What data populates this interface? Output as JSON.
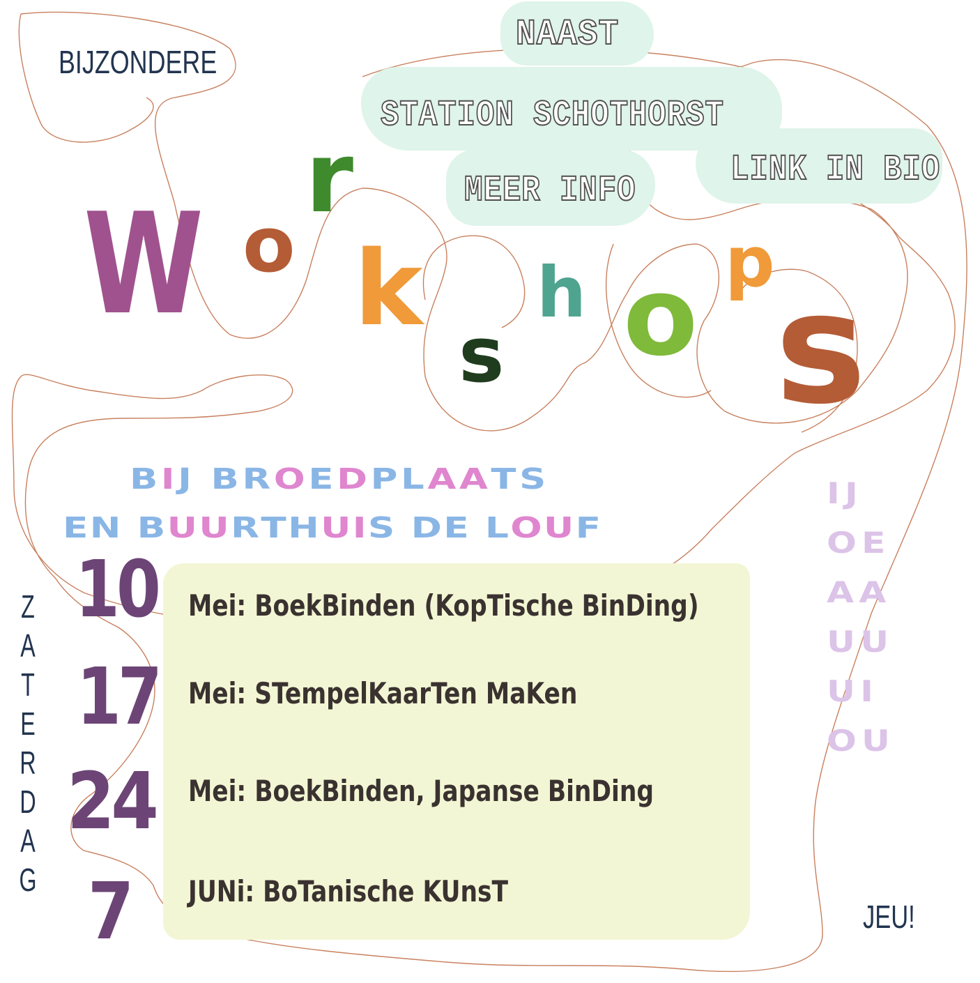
{
  "header": {
    "label_left": "BIJZONDERE",
    "info_bubbles": [
      "NAAST",
      "STATION SCHOTHORST",
      "MEER INFO",
      "LINK IN BIO"
    ]
  },
  "title": {
    "letters": [
      {
        "char": "W",
        "color": "#a0528f"
      },
      {
        "char": "o",
        "color": "#b45c36"
      },
      {
        "char": "r",
        "color": "#3e8a2c"
      },
      {
        "char": "k",
        "color": "#f09a3a"
      },
      {
        "char": "s",
        "color": "#1f3d1e"
      },
      {
        "char": "h",
        "color": "#4fa48f"
      },
      {
        "char": "o",
        "color": "#7fba3a"
      },
      {
        "char": "p",
        "color": "#f09a3a"
      },
      {
        "char": "s",
        "color": "#b45c36"
      }
    ]
  },
  "location": {
    "line1": [
      {
        "t": "B",
        "c": "#8ab6e6"
      },
      {
        "t": "I",
        "c": "#df86cf"
      },
      {
        "t": "J",
        "c": "#8ab6e6"
      },
      {
        "t": " ",
        "c": "#8ab6e6"
      },
      {
        "t": "B",
        "c": "#8ab6e6"
      },
      {
        "t": "R",
        "c": "#8ab6e6"
      },
      {
        "t": "O",
        "c": "#df86cf"
      },
      {
        "t": "E",
        "c": "#8ab6e6"
      },
      {
        "t": "D",
        "c": "#df86cf"
      },
      {
        "t": "P",
        "c": "#8ab6e6"
      },
      {
        "t": "L",
        "c": "#8ab6e6"
      },
      {
        "t": "A",
        "c": "#df86cf"
      },
      {
        "t": "A",
        "c": "#df86cf"
      },
      {
        "t": "T",
        "c": "#8ab6e6"
      },
      {
        "t": "S",
        "c": "#8ab6e6"
      }
    ],
    "line2": [
      {
        "t": "E",
        "c": "#8ab6e6"
      },
      {
        "t": "N",
        "c": "#8ab6e6"
      },
      {
        "t": " ",
        "c": "#8ab6e6"
      },
      {
        "t": "B",
        "c": "#8ab6e6"
      },
      {
        "t": "U",
        "c": "#df86cf"
      },
      {
        "t": "U",
        "c": "#df86cf"
      },
      {
        "t": "R",
        "c": "#8ab6e6"
      },
      {
        "t": "T",
        "c": "#8ab6e6"
      },
      {
        "t": "H",
        "c": "#8ab6e6"
      },
      {
        "t": "U",
        "c": "#df86cf"
      },
      {
        "t": "I",
        "c": "#df86cf"
      },
      {
        "t": "S",
        "c": "#8ab6e6"
      },
      {
        "t": " ",
        "c": "#8ab6e6"
      },
      {
        "t": "D",
        "c": "#8ab6e6"
      },
      {
        "t": "E",
        "c": "#8ab6e6"
      },
      {
        "t": " ",
        "c": "#8ab6e6"
      },
      {
        "t": "L",
        "c": "#8ab6e6"
      },
      {
        "t": "O",
        "c": "#df86cf"
      },
      {
        "t": "U",
        "c": "#df86cf"
      },
      {
        "t": "F",
        "c": "#8ab6e6"
      }
    ]
  },
  "side_label": "ZATERDAG",
  "right_column": [
    "IJ",
    "OE",
    "AA",
    "UU",
    "UI",
    "OU"
  ],
  "events": [
    {
      "day": "10",
      "text": "Mei: BoekBinden (KopTische BinDing)"
    },
    {
      "day": "17",
      "text": "Mei: STempelKaarTen MaKen"
    },
    {
      "day": "24",
      "text": "Mei: BoekBinden, Japanse BinDing"
    },
    {
      "day": "7",
      "text": "JUNi: BoTanische KUnsT"
    }
  ],
  "footer": {
    "label_right": "JEU!"
  },
  "colors": {
    "panel": "#f3f6d4",
    "mint": "#dff4ea",
    "doodle": "#c8805e",
    "numbers": "#6c4576"
  }
}
